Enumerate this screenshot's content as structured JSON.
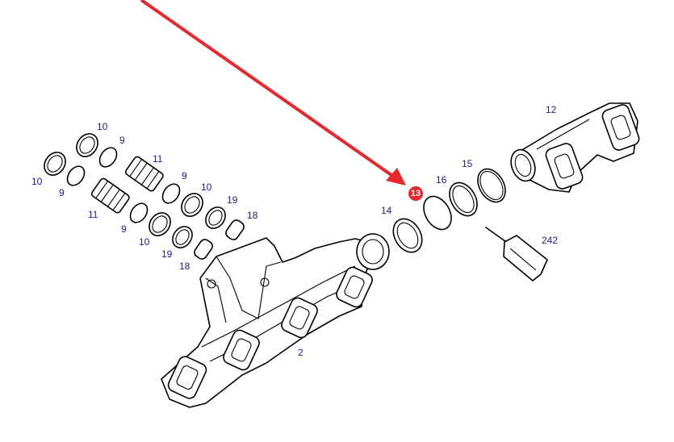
{
  "diagram": {
    "callouts": [
      {
        "id": "c10a",
        "text": "10"
      },
      {
        "id": "c9a",
        "text": "9"
      },
      {
        "id": "c11a",
        "text": "11"
      },
      {
        "id": "c10b",
        "text": "10"
      },
      {
        "id": "c9b",
        "text": "9"
      },
      {
        "id": "c9c",
        "text": "9"
      },
      {
        "id": "c10c",
        "text": "10"
      },
      {
        "id": "c11b",
        "text": "11"
      },
      {
        "id": "c19a",
        "text": "19"
      },
      {
        "id": "c18a",
        "text": "18"
      },
      {
        "id": "c9d",
        "text": "9"
      },
      {
        "id": "c10d",
        "text": "10"
      },
      {
        "id": "c19b",
        "text": "19"
      },
      {
        "id": "c18b",
        "text": "18"
      },
      {
        "id": "c2",
        "text": "2"
      },
      {
        "id": "c14",
        "text": "14"
      },
      {
        "id": "c16",
        "text": "16"
      },
      {
        "id": "c15",
        "text": "15"
      },
      {
        "id": "c12",
        "text": "12"
      },
      {
        "id": "c242",
        "text": "242"
      }
    ],
    "highlight": {
      "text": "13",
      "color": "#e8272c"
    },
    "arrow_color": "#e8272c",
    "label_color": "#1a1aa8"
  }
}
